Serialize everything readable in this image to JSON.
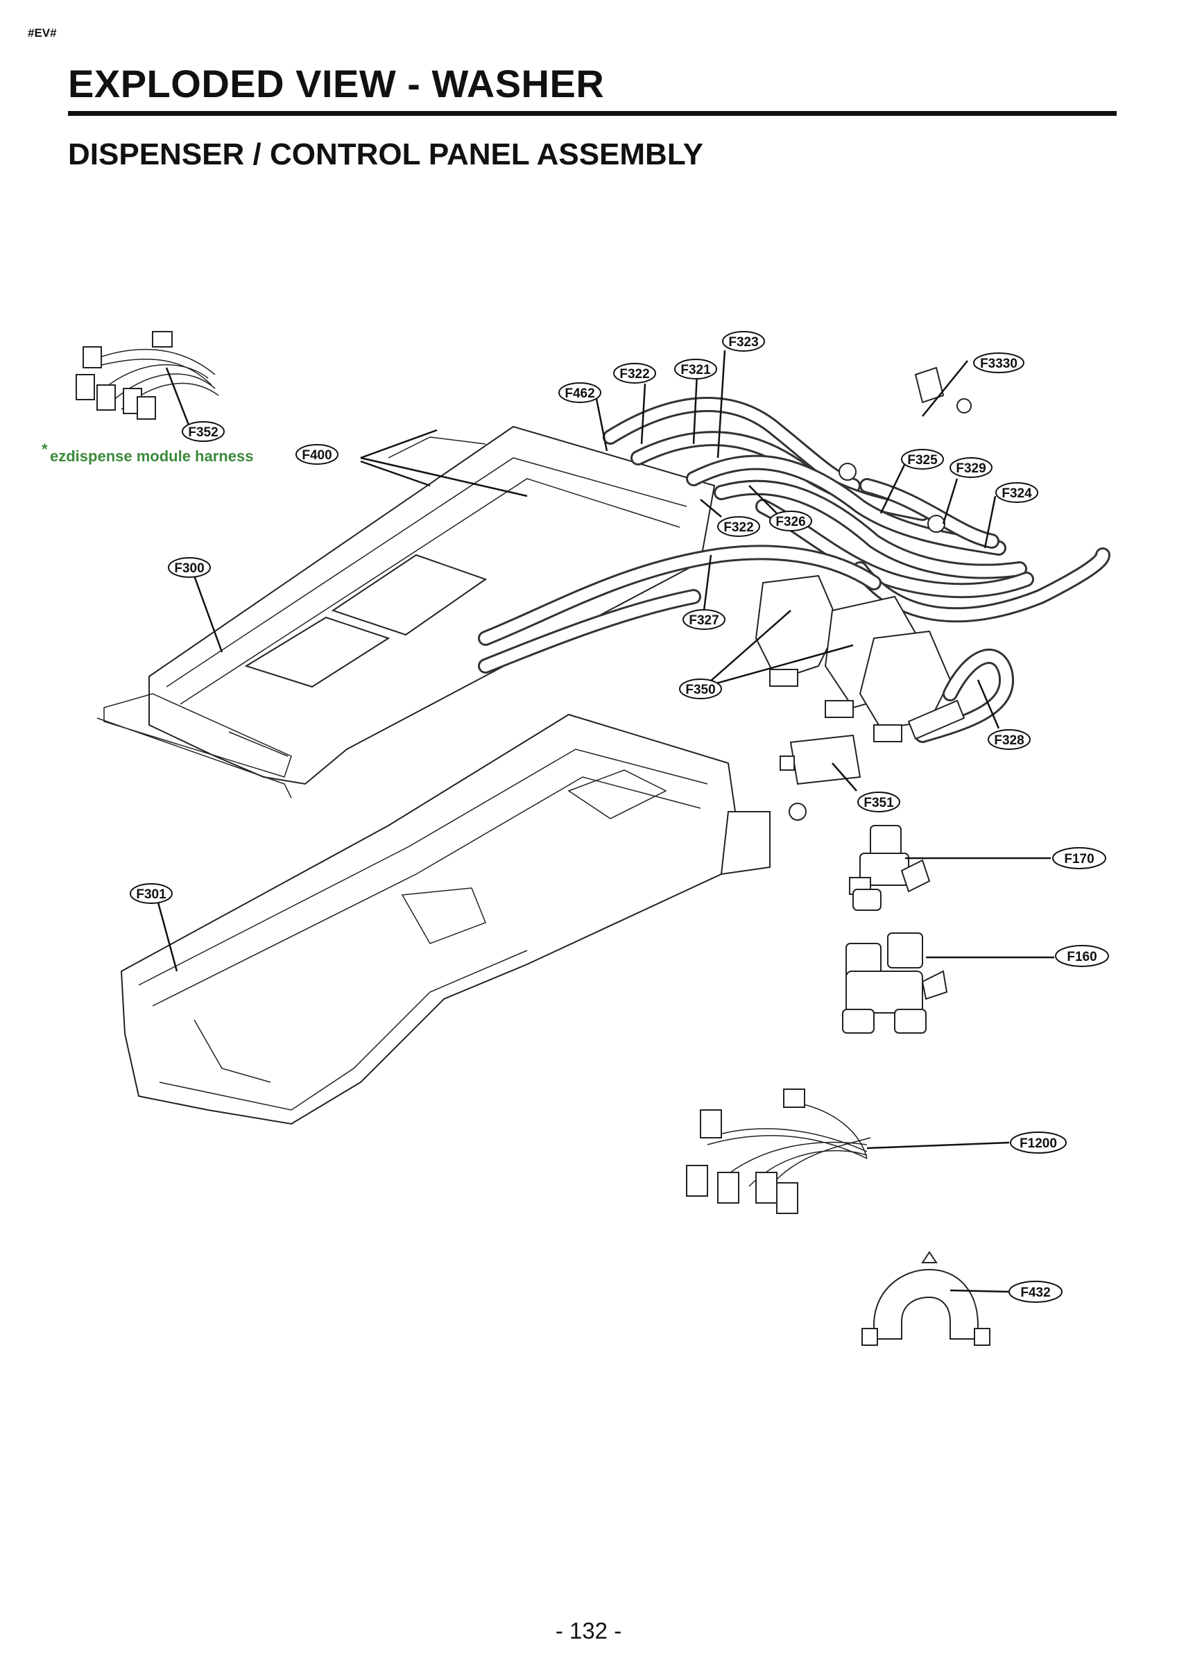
{
  "header": {
    "tag": "#EV#",
    "title": "EXPLODED VIEW - WASHER",
    "subtitle": "DISPENSER / CONTROL PANEL ASSEMBLY"
  },
  "note": {
    "asterisk": "*",
    "text": "ezdispense module harness"
  },
  "labels": {
    "F323": "F323",
    "F3330": "F3330",
    "F322a": "F322",
    "F321": "F321",
    "F462": "F462",
    "F352": "F352",
    "F400": "F400",
    "F325": "F325",
    "F329": "F329",
    "F324": "F324",
    "F322b": "F322",
    "F326": "F326",
    "F300": "F300",
    "F327": "F327",
    "F350": "F350",
    "F328": "F328",
    "F351": "F351",
    "F170": "F170",
    "F301": "F301",
    "F160": "F160",
    "F1200": "F1200",
    "F432": "F432"
  },
  "footer": {
    "page_number": "- 132 -"
  }
}
